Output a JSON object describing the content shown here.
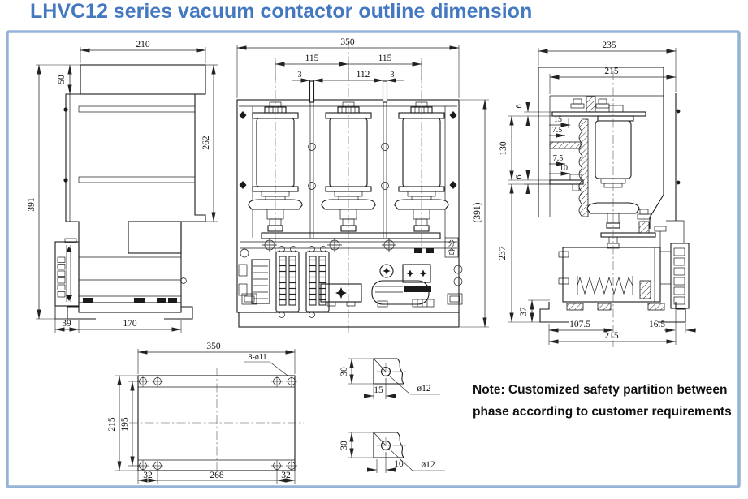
{
  "title": "LHVC12 series vacuum contactor outline dimension",
  "note": {
    "line1": "Note: Customized safety partition between",
    "line2": "phase according to customer requirements"
  },
  "colors": {
    "title_blue": "#4479c2",
    "frame_border": "#95b3d7",
    "line_dark": "#1a1a1a"
  },
  "side_view": {
    "top_width": "210",
    "top_height": "50",
    "body_height": "262",
    "total_height": "391",
    "block_depth": "39",
    "base_depth": "170"
  },
  "front_view": {
    "total_width": "350",
    "pole_pitch_left": "115",
    "pole_pitch_right": "115",
    "pin_offset_left": "3",
    "pin_span": "112",
    "pin_offset_right": "3",
    "total_height": "(391)",
    "indicator_top": "分",
    "indicator_bottom": "合"
  },
  "right_view": {
    "total_depth": "235",
    "mount_depth": "215",
    "plate_thick_top": "6",
    "offset_15": "15",
    "offset_7_5_top": "7.5",
    "insulator_height": "130",
    "offset_7_5_bottom": "7.5",
    "offset_10": "10",
    "plate_thick_bottom": "6",
    "body_height": "237",
    "foot_height": "37",
    "center_offset": "107.5",
    "base_depth": "215",
    "edge_offset": "16.5"
  },
  "bottom_view": {
    "width": "350",
    "hole_callout": "8-ø11",
    "depth": "215",
    "hole_pitch_depth": "195",
    "edge_left": "32",
    "hole_pitch_width": "268",
    "edge_right": "32"
  },
  "detail_upper": {
    "height": "30",
    "hole_offset": "15",
    "hole_dia": "ø12"
  },
  "detail_lower": {
    "height": "30",
    "hole_offset": "10",
    "hole_dia": "ø12"
  }
}
